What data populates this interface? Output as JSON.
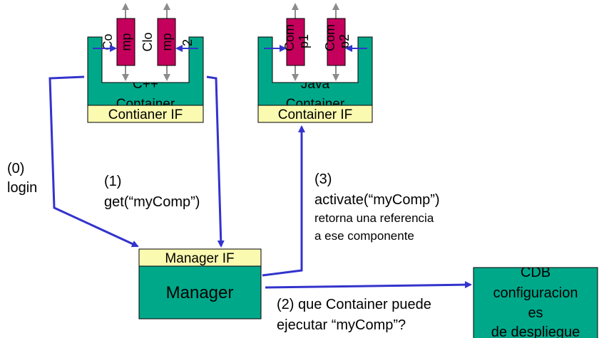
{
  "colors": {
    "container": "#00a88a",
    "interface": "#fafab0",
    "component": "#c4005c",
    "arrow": "#3333cc",
    "gray_arrow": "#8c8c8c",
    "border": "#000000"
  },
  "cpp_container": {
    "label_line1": "C++",
    "label_line2": "Container",
    "interface_label": "Contianer IF",
    "components": [
      {
        "side_text": "Co",
        "body_text": "mp"
      },
      {
        "side_text": "Clo",
        "body_text": "mp",
        "suffix": "2"
      }
    ]
  },
  "java_container": {
    "label_line1": "Java",
    "label_line2": "Container",
    "interface_label": "Container IF",
    "components": [
      {
        "body_line1": "Com",
        "body_line2": "p1"
      },
      {
        "body_line1": "Com",
        "body_line2": "p2"
      }
    ]
  },
  "manager": {
    "label": "Manager",
    "interface_label": "Manager IF"
  },
  "cdb": {
    "line1": "CDB",
    "line2": "configuracion",
    "line3": "es",
    "line4": "de despliegue"
  },
  "steps": {
    "login": {
      "num": "(0)",
      "text": "login"
    },
    "get": {
      "num": "(1)",
      "text": "get(“myComp”)"
    },
    "query": {
      "line1": "(2) que Container puede",
      "line2": "ejecutar “myComp”?"
    },
    "activate": {
      "num": "(3)",
      "line1": "activate(“myComp”)",
      "line2": "retorna una referencia",
      "line3": "a ese componente"
    }
  }
}
